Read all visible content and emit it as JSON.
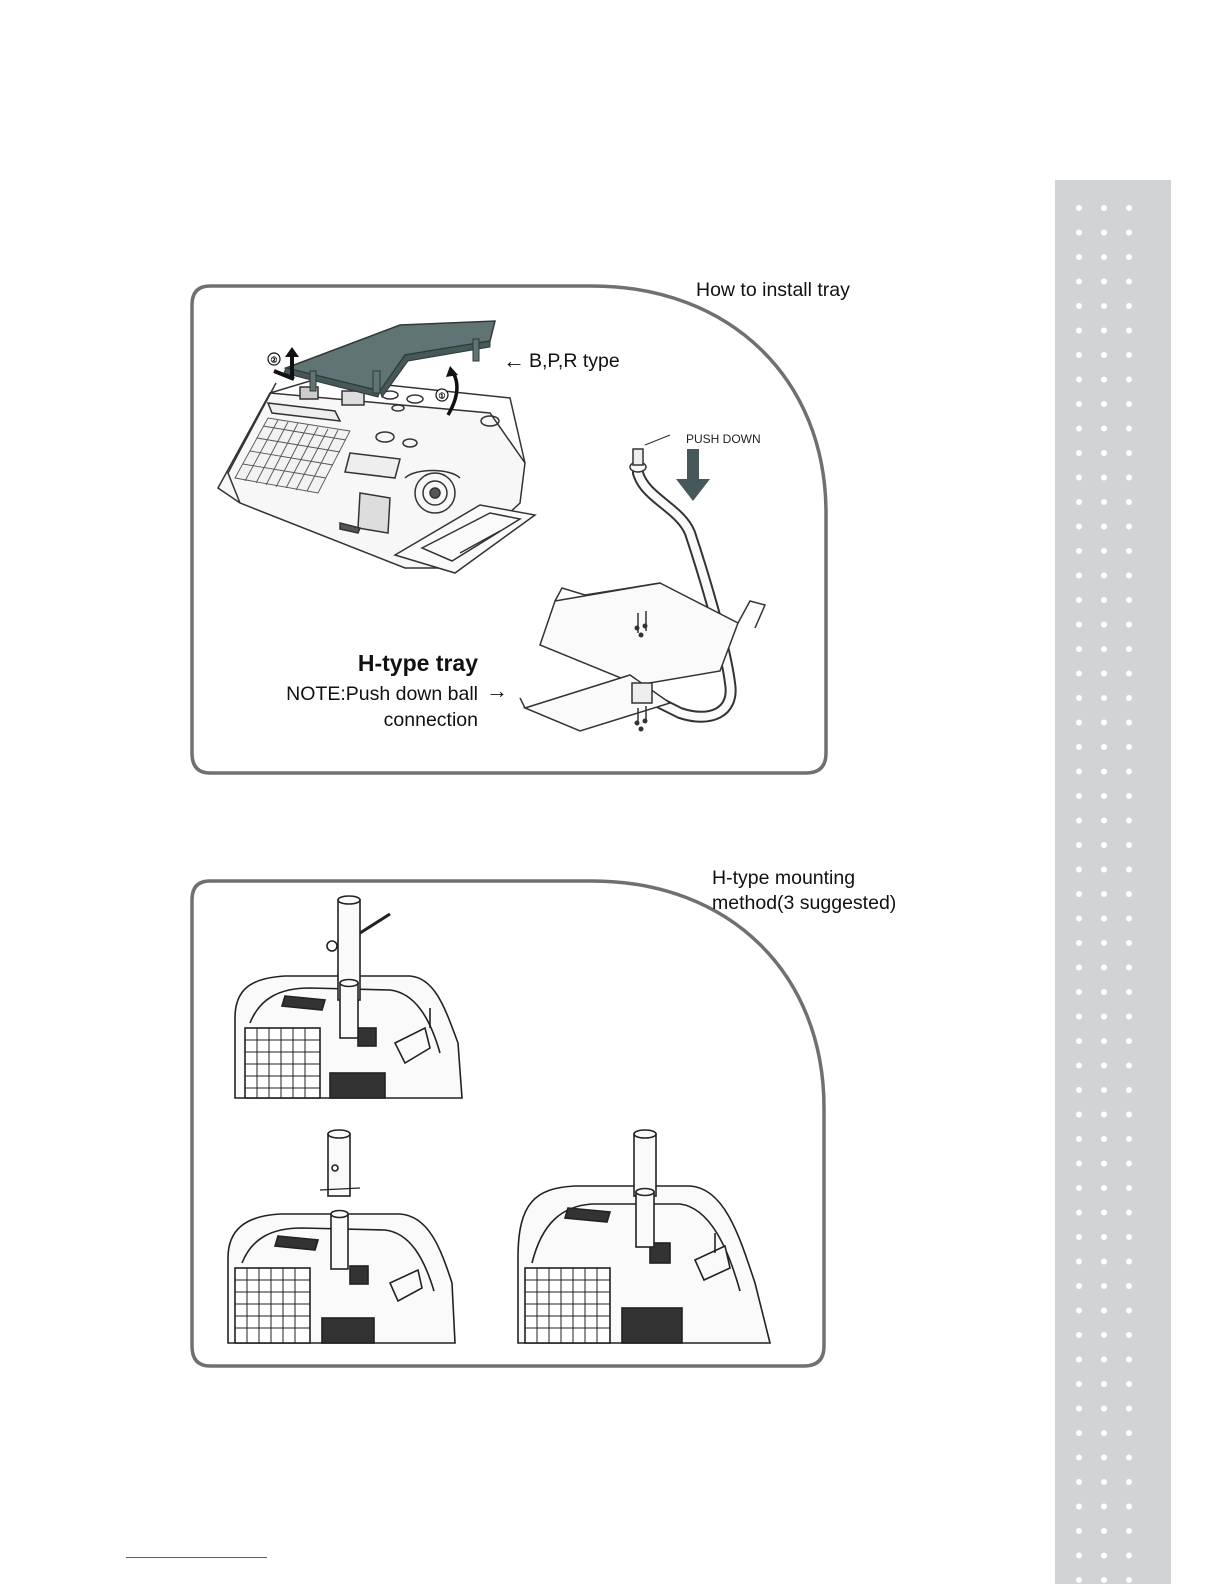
{
  "section1": {
    "caption": "How to install tray",
    "bpr_arrow": "←",
    "bpr_label": "B,P,R type",
    "step1": "①",
    "step2": "②",
    "push_down_label": "PUSH DOWN",
    "htype_title": "H-type tray",
    "note_line1": "NOTE:Push down ball",
    "note_line2": "connection",
    "note_arrow": "→"
  },
  "section2": {
    "caption_line1": "H-type mounting",
    "caption_line2": "method(3 suggested)"
  },
  "colors": {
    "panel_border": "#707070",
    "tray_fill": "#5f7473",
    "side_band": "#d2d3d5",
    "footer_link": "#3a5bbf"
  }
}
